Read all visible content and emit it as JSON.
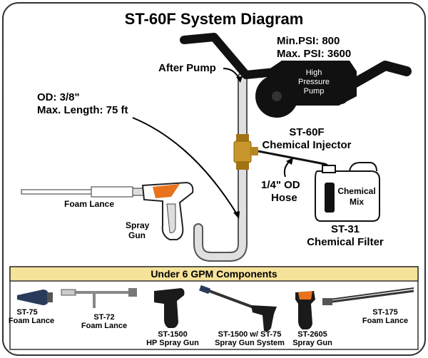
{
  "title": "ST-60F System Diagram",
  "pump": {
    "min_psi": "Min.PSI: 800",
    "max_psi": "Max. PSI: 3600",
    "label_lines": [
      "High",
      "Pressure",
      "Pump"
    ]
  },
  "hose": {
    "after_pump": "After Pump",
    "od_line": "OD: 3/8\"",
    "length_line": "Max. Length: 75 ft"
  },
  "injector": {
    "line1": "ST-60F",
    "line2": "Chemical Injector"
  },
  "chem_hose": {
    "line1": "1/4\" OD",
    "line2": "Hose"
  },
  "chemical": {
    "label_line1": "Chemical",
    "label_line2": "Mix",
    "filter_line1": "ST-31",
    "filter_line2": "Chemical Filter"
  },
  "gun": {
    "foam_lance": "Foam Lance",
    "spray_line1": "Spray",
    "spray_line2": "Gun"
  },
  "components": {
    "heading": "Under 6 GPM Components",
    "items": [
      {
        "line1": "ST-75",
        "line2": "Foam Lance"
      },
      {
        "line1": "ST-72",
        "line2": "Foam Lance"
      },
      {
        "line1": "ST-1500",
        "line2": "HP Spray Gun"
      },
      {
        "line1": "ST-1500 w/ ST-75",
        "line2": "Spray Gun System"
      },
      {
        "line1": "ST-2605",
        "line2": "Spray Gun"
      },
      {
        "line1": "ST-175",
        "line2": "Foam Lance"
      }
    ]
  },
  "colors": {
    "border": "#333333",
    "banner": "#f6e39a",
    "accent_orange": "#e8731c",
    "brass": "#c9962b",
    "hose_fill": "#e0e0e0"
  }
}
